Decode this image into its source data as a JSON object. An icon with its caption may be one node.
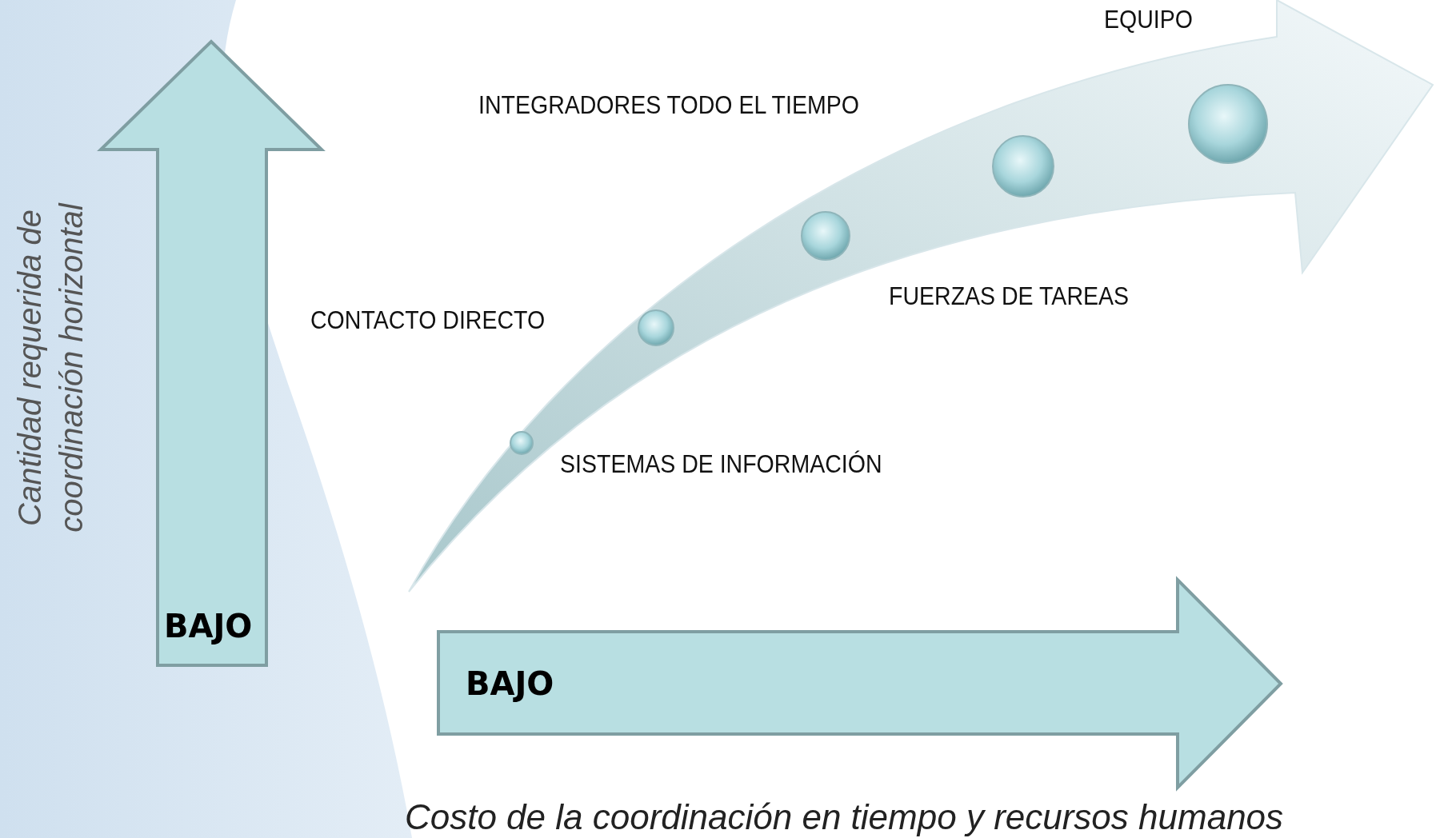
{
  "diagram": {
    "nodes": [
      {
        "text": [
          "BAJO"
        ],
        "beside": [
          "Cantidad requerida de coordinación horizontal"
        ]
      },
      {
        "text": [
          "BAJO"
        ],
        "beside": [
          "Costo de la coordinación en tiempo y recursos humanos"
        ]
      },
      {
        "text": [],
        "shape": "circle"
      },
      {
        "text": [],
        "shape": "circle"
      },
      {
        "text": [],
        "shape": "circle"
      },
      {
        "text": [],
        "shape": "circle"
      },
      {
        "text": [],
        "shape": "circle"
      }
    ],
    "edges": [],
    "labels": [
      "EQUIPO",
      "INTEGRADORES TODO EL TIEMPO",
      "CONTACTO DIRECTO",
      "FUERZAS DE TAREAS",
      "SISTEMAS DE INFORMACIÓN"
    ]
  }
}
